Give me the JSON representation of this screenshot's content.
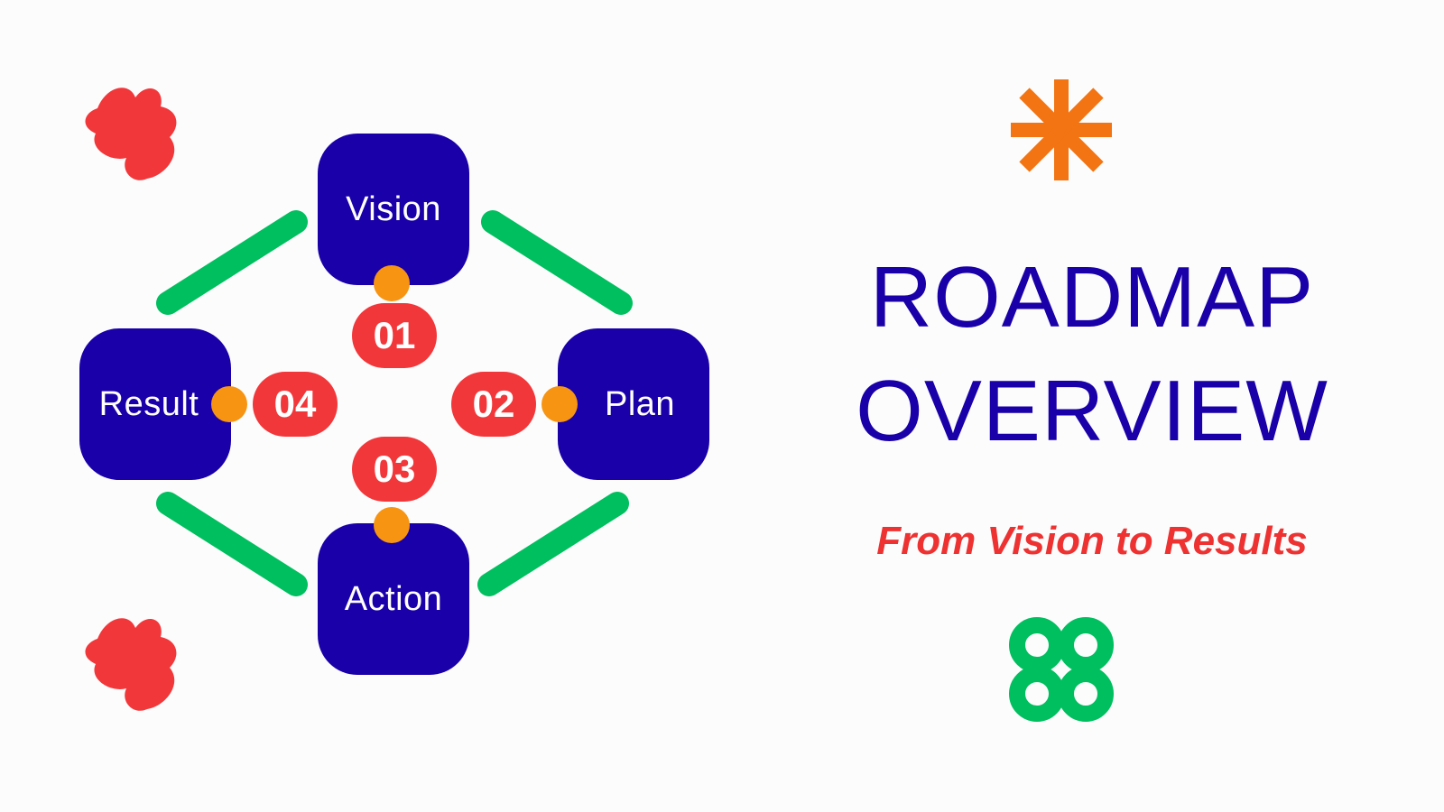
{
  "colors": {
    "background": "#FCFCFC",
    "node": "#1A00A8",
    "connector": "#00BF5F",
    "step_badge": "#F2373A",
    "dot": "#F79412",
    "title": "#1A00A8",
    "subtitle": "#EE3232",
    "asterisk": "#F27413",
    "blob": "#F2373A",
    "rings": "#00BF5F"
  },
  "nodes": {
    "vision": "Vision",
    "plan": "Plan",
    "action": "Action",
    "result": "Result"
  },
  "steps": {
    "s1": "01",
    "s2": "02",
    "s3": "03",
    "s4": "04"
  },
  "heading": {
    "line1": "ROADMAP",
    "line2": "OVERVIEW",
    "subtitle": "From Vision to Results"
  },
  "decorations": {
    "top_left": "squiggle-blob-icon",
    "bottom_left": "squiggle-blob-icon",
    "top_right": "asterisk-icon",
    "bottom_right": "quad-rings-icon"
  }
}
